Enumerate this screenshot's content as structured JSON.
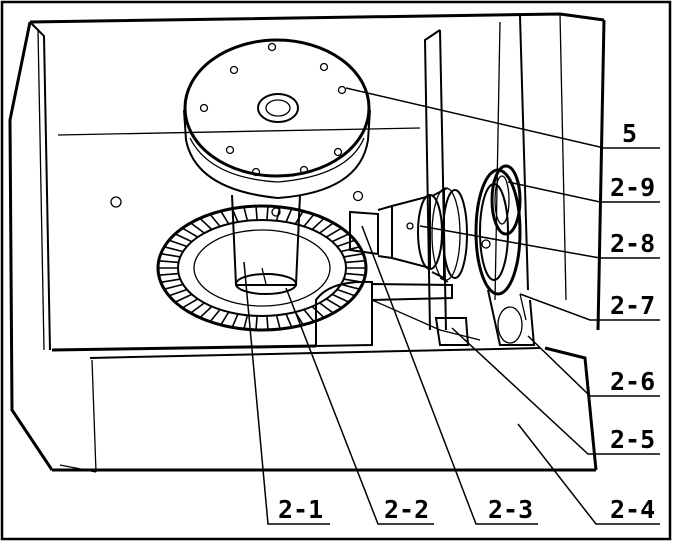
{
  "labels": {
    "l5": "5",
    "l2_9": "2-9",
    "l2_8": "2-8",
    "l2_7": "2-7",
    "l2_6": "2-6",
    "l2_5": "2-5",
    "l2_4": "2-4",
    "l2_3": "2-3",
    "l2_2": "2-2",
    "l2_1": "2-1"
  }
}
